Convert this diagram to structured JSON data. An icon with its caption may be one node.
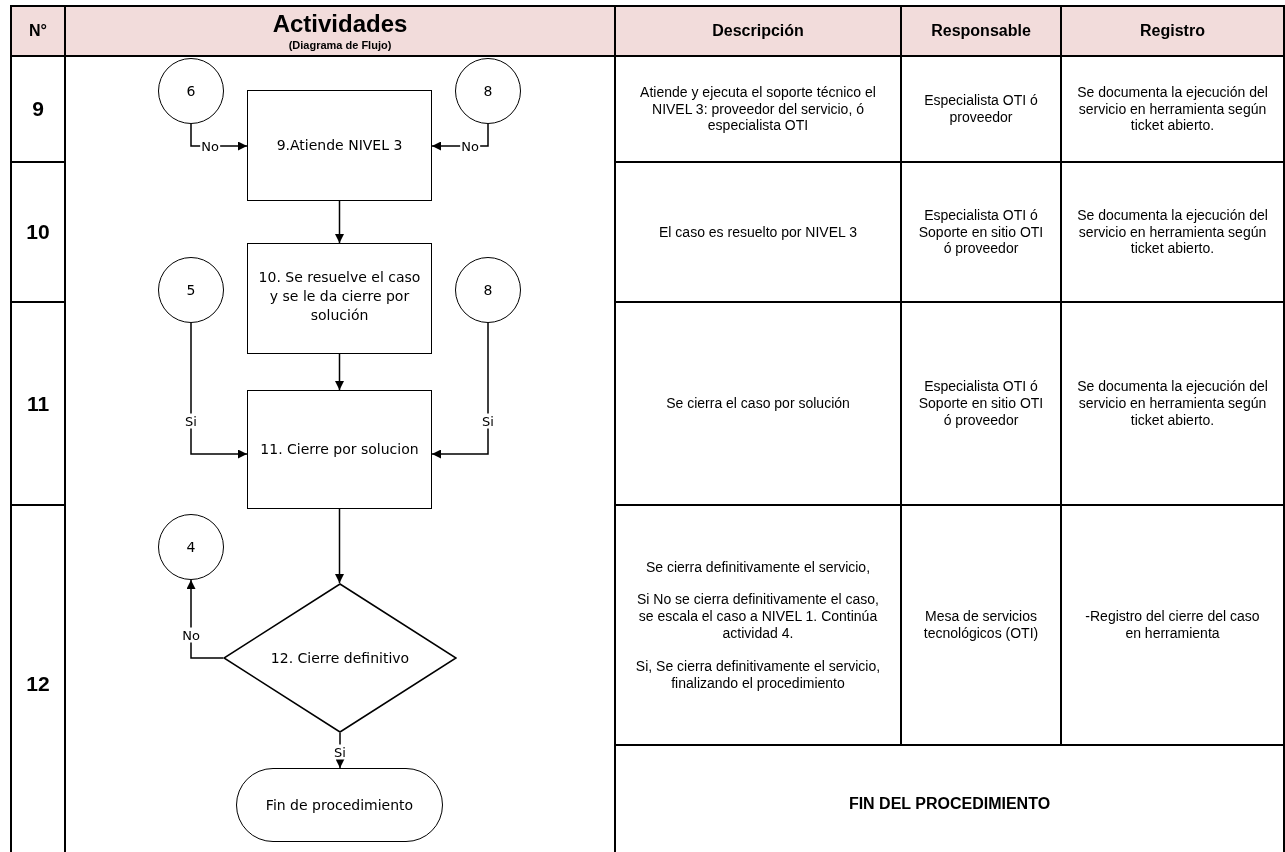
{
  "diagram": {
    "nodes": [
      {
        "text": [
          "6"
        ]
      },
      {
        "text": [
          "9.Atiende NIVEL 3"
        ]
      },
      {
        "text": [
          "8"
        ]
      },
      {
        "text": [
          "10. Se resuelve el caso y se le da cierre por solución"
        ]
      },
      {
        "text": [
          "5"
        ]
      },
      {
        "text": [
          "8"
        ]
      },
      {
        "text": [
          "11. Cierre por solucion"
        ]
      },
      {
        "text": [
          "4"
        ]
      },
      {
        "text": [
          "12. Cierre definitivo"
        ]
      },
      {
        "text": [
          "Fin de procedimiento"
        ]
      }
    ],
    "edges": [
      {
        "from": 0,
        "to": 1,
        "arrow": "to",
        "label": "No"
      },
      {
        "from": 2,
        "to": 1,
        "arrow": "to",
        "label": "No"
      },
      {
        "from": 1,
        "to": 3,
        "arrow": "to"
      },
      {
        "from": 3,
        "to": 6,
        "arrow": "to"
      },
      {
        "from": 4,
        "to": 6,
        "arrow": "to",
        "label": "Si"
      },
      {
        "from": 5,
        "to": 6,
        "arrow": "to",
        "label": "Si"
      },
      {
        "from": 6,
        "to": 8,
        "arrow": "to"
      },
      {
        "from": 8,
        "to": 7,
        "arrow": "to",
        "label": "No"
      },
      {
        "from": 8,
        "to": 9,
        "arrow": "to",
        "label": "Si"
      }
    ],
    "labels": [
      "N°",
      "Actividades",
      "(Diagrama de Flujo)",
      "Descripción",
      "Responsable",
      "Registro",
      "9",
      "Atiende y ejecuta el soporte técnico el NIVEL 3: proveedor del servicio, ó especialista OTI",
      "Especialista OTI ó proveedor",
      "Se documenta la ejecución del servicio en herramienta según ticket abierto.",
      "10",
      "El caso es resuelto por NIVEL 3",
      "Especialista OTI ó Soporte en sitio OTI ó proveedor",
      "Se documenta la ejecución del servicio en herramienta según ticket abierto.",
      "11",
      "Se cierra el caso por solución",
      "Especialista OTI ó Soporte en sitio OTI ó proveedor",
      "Se documenta la ejecución del servicio en herramienta según ticket abierto.",
      "12",
      "Se cierra definitivamente el servicio,",
      "Si No se cierra definitivamente el caso, se escala el caso a NIVEL 1. Continúa actividad 4.",
      "Si, Se cierra definitivamente el servicio, finalizando el procedimiento",
      "Mesa de servicios tecnológicos (OTI)",
      "-Registro del cierre del caso en herramienta",
      "FIN DEL PROCEDIMIENTO"
    ]
  }
}
